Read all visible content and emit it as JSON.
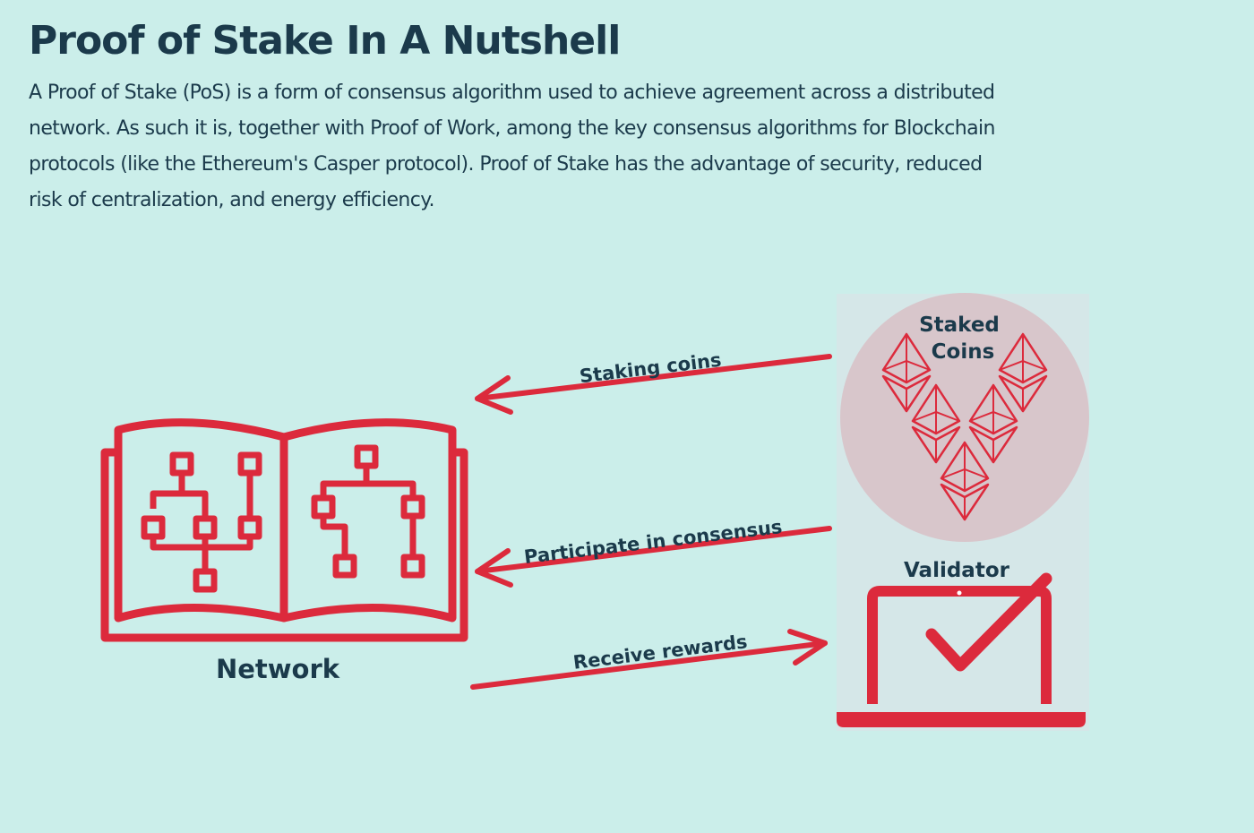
{
  "header": {
    "title": "Proof of Stake In A Nutshell",
    "description": "A Proof of Stake (PoS) is a form of consensus algorithm used to achieve agreement across a distributed network. As such it is, together with Proof of Work, among the key consensus algorithms for Blockchain protocols (like the Ethereum's Casper protocol). Proof of Stake has the advantage of security, reduced risk of centralization, and energy efficiency."
  },
  "diagram": {
    "network_label": "Network",
    "validator_label": "Validator",
    "staked_coins_line1": "Staked",
    "staked_coins_line2": "Coins",
    "arrows": {
      "staking": "Staking coins",
      "participate": "Participate in consensus",
      "rewards": "Receive rewards"
    }
  },
  "colors": {
    "background": "#cbeeea",
    "accent_red": "#dc2a3c",
    "text_dark": "#1b3a4b",
    "validator_panel": "#d5e7e8",
    "coin_circle": "#d8c6cb"
  },
  "icons": [
    "open-book-network-icon",
    "ethereum-coin-icon",
    "laptop-checkmark-icon"
  ]
}
